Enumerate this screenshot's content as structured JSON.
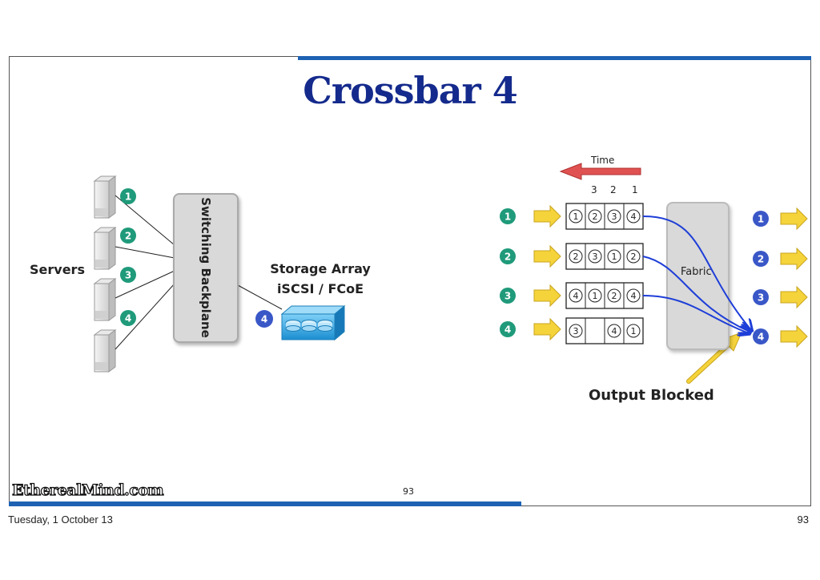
{
  "title": "Crossbar 4",
  "left_diagram": {
    "servers_label": "Servers",
    "server_badges": [
      "1",
      "2",
      "3",
      "4"
    ],
    "backplane_label": "Switching Backplane",
    "storage_label_line1": "Storage Array",
    "storage_label_line2": "iSCSI / FCoE",
    "storage_badge": "4"
  },
  "right_diagram": {
    "time_label": "Time",
    "column_labels": [
      "3",
      "2",
      "1"
    ],
    "input_badges": [
      "1",
      "2",
      "3",
      "4"
    ],
    "queues": [
      [
        "1",
        "2",
        "3",
        "4"
      ],
      [
        "2",
        "3",
        "1",
        "2"
      ],
      [
        "4",
        "1",
        "2",
        "4"
      ],
      [
        "3",
        "",
        "4",
        "1"
      ]
    ],
    "fabric_label": "Fabric",
    "output_badges": [
      "1",
      "2",
      "3",
      "4"
    ],
    "blocked_label": "Output Blocked"
  },
  "colors": {
    "title": "#142a8c",
    "badge_green": "#1f9a7a",
    "badge_blue": "#3a57c7",
    "arrow_yellow": "#f5d33a",
    "connector_blue": "#1e3ed8",
    "time_arrow": "#e05252",
    "bar_blue": "#1e62b3"
  },
  "footer": {
    "brand": "EtherealMind.com",
    "slide_number": "93",
    "date": "Tuesday, 1 October 13",
    "page_number": "93"
  }
}
